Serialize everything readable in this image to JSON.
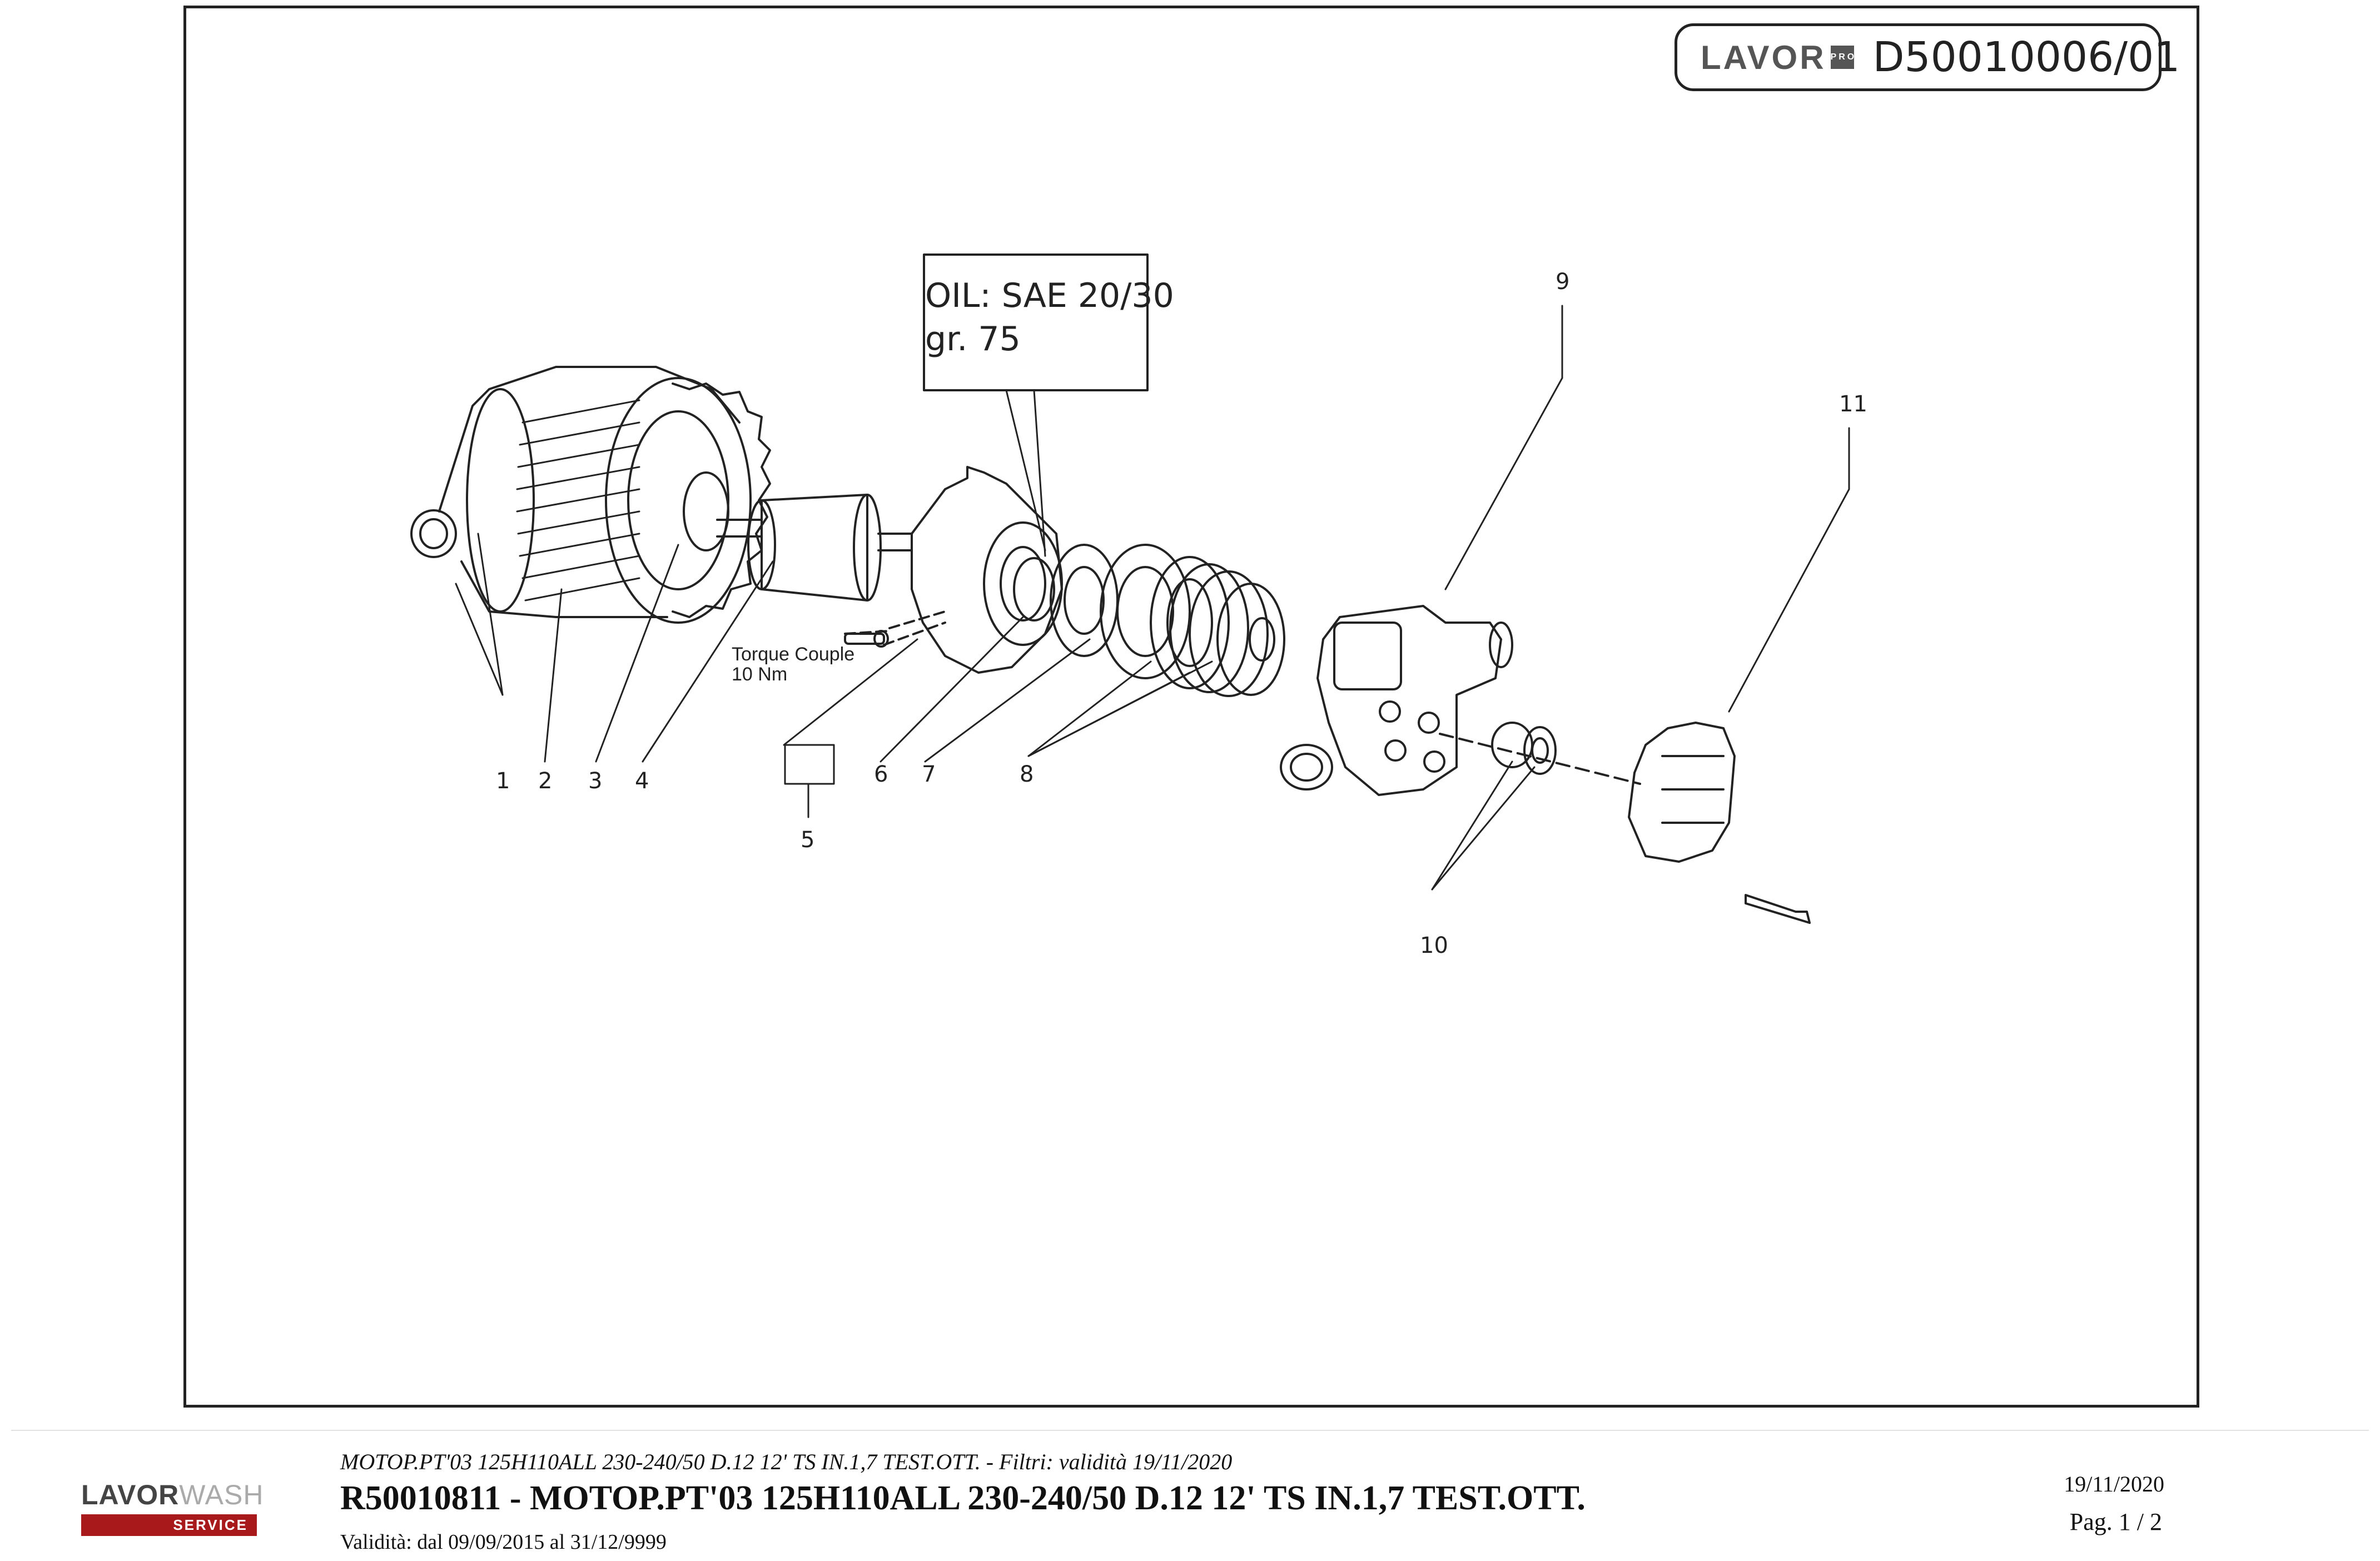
{
  "header": {
    "brand": "LAVOR",
    "brand_badge": "PRO",
    "doc_code": "D50010006/01"
  },
  "diagram": {
    "oil_note": {
      "line1": "OIL: SAE 20/30",
      "line2": "gr.  75"
    },
    "torque_note": {
      "line1": "Torque Couple",
      "line2": "10 Nm"
    },
    "callouts": [
      "1",
      "2",
      "3",
      "4",
      "5",
      "6",
      "7",
      "8",
      "9",
      "10",
      "11"
    ]
  },
  "footer": {
    "logo_text_bold": "LAVOR",
    "logo_text_light": "WASH",
    "logo_band": "SERVICE",
    "filter_line": "MOTOP.PT'03 125H110ALL 230-240/50 D.12 12' TS IN.1,7 TEST.OTT. - Filtri: validità 19/11/2020",
    "title": "R50010811 - MOTOP.PT'03 125H110ALL 230-240/50 D.12 12' TS IN.1,7 TEST.OTT.",
    "validity": "Validità: dal 09/09/2015 al 31/12/9999",
    "date": "19/11/2020",
    "page": "Pag. 1 / 2"
  },
  "colors": {
    "line": "#222222",
    "brand_red": "#a8191c"
  }
}
